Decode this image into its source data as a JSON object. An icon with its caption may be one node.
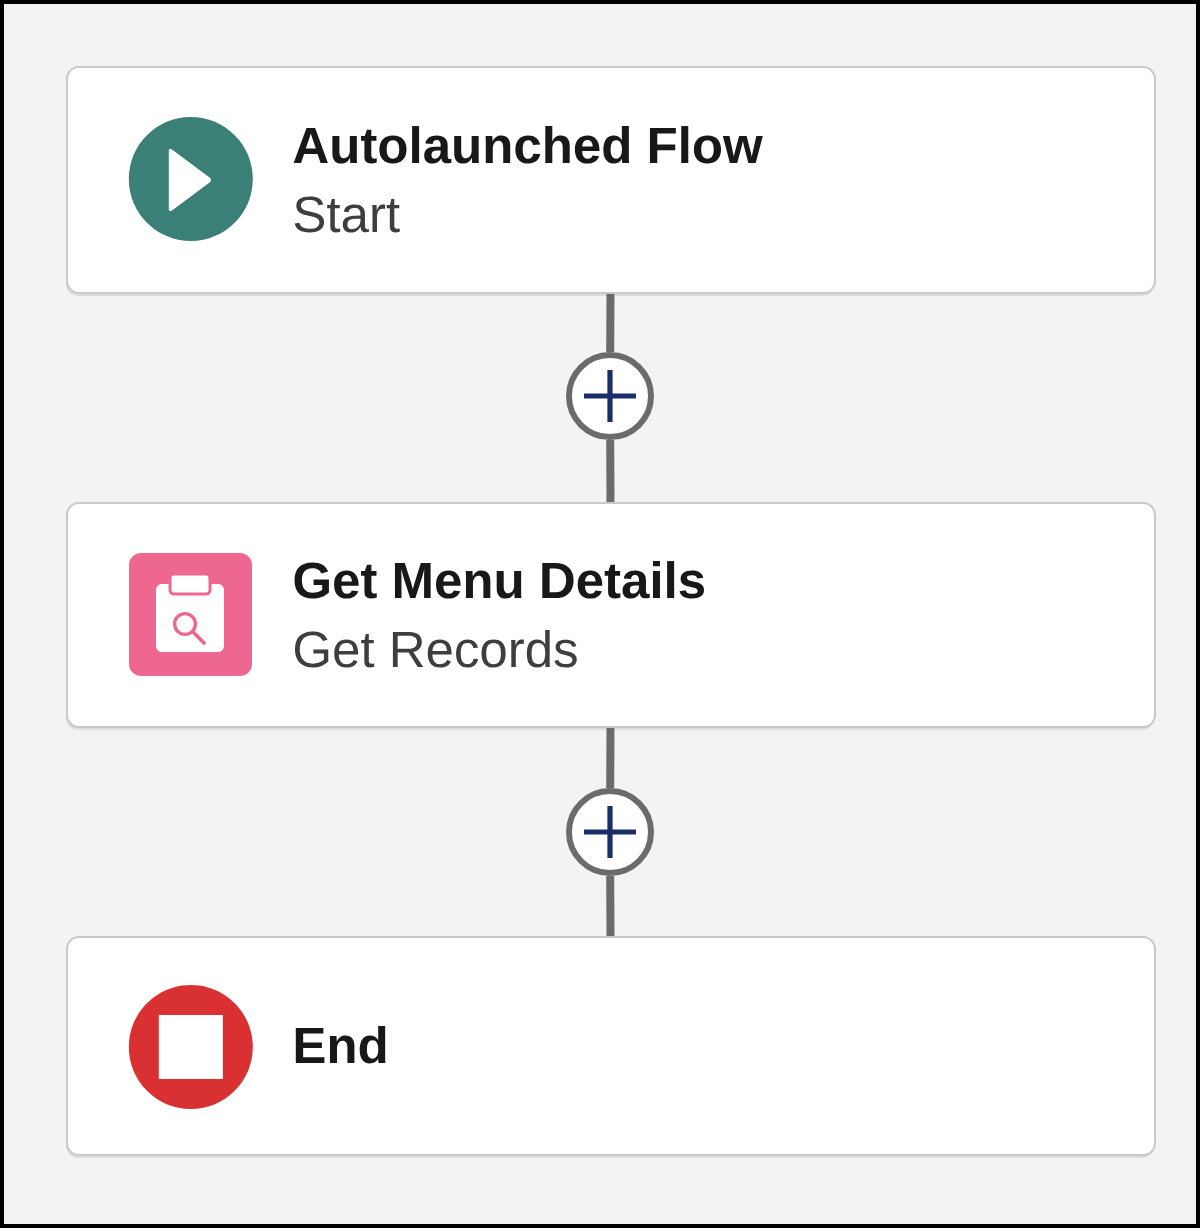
{
  "diagram": {
    "nodes": [
      {
        "text": [
          "Autolaunched Flow",
          "Start"
        ]
      },
      {
        "text": [],
        "shape": "circle"
      },
      {
        "text": [
          "Get Menu Details",
          "Get Records"
        ]
      },
      {
        "text": [],
        "shape": "circle"
      },
      {
        "text": [
          "End"
        ]
      }
    ],
    "edges": [
      {
        "from": 0,
        "to": 1,
        "arrow": "none"
      },
      {
        "from": 1,
        "to": 2,
        "arrow": "none"
      },
      {
        "from": 2,
        "to": 3,
        "arrow": "none"
      },
      {
        "from": 3,
        "to": 4,
        "arrow": "none"
      }
    ]
  }
}
